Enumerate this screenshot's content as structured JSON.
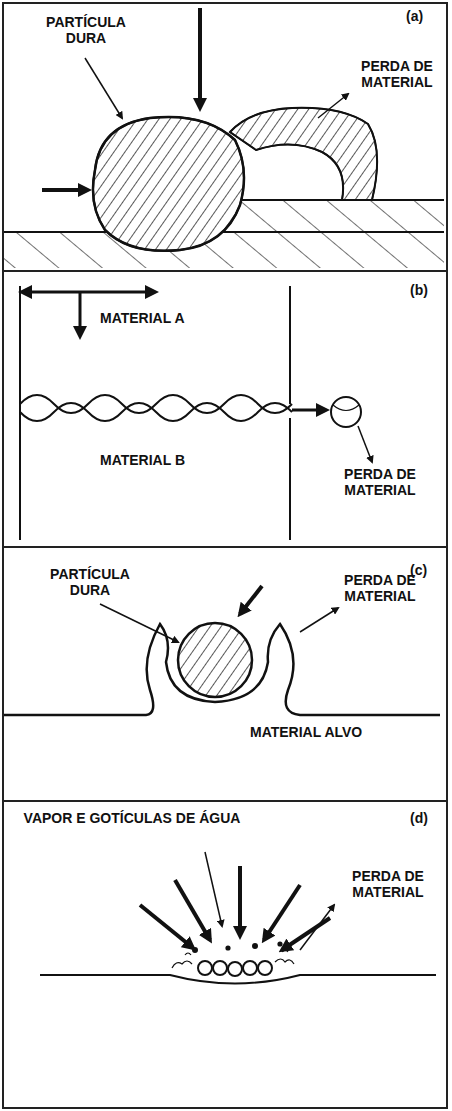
{
  "diagram": {
    "nodes": [
      {
        "text": [
          "PARTÍCULA DURA",
          "(a)",
          "PERDA DE MATERIAL"
        ]
      },
      {
        "text": [
          "(b)",
          "MATERIAL A",
          "MATERIAL B",
          "PERDA DE MATERIAL"
        ]
      },
      {
        "text": [
          "PARTÍCULA DURA",
          "(c)",
          "PERDA DE MATERIAL",
          "MATERIAL ALVO"
        ]
      },
      {
        "text": [
          "VAPOR E GOTÍCULAS DE ÁGUA",
          "(d)",
          "PERDA DE MATERIAL"
        ]
      }
    ]
  }
}
